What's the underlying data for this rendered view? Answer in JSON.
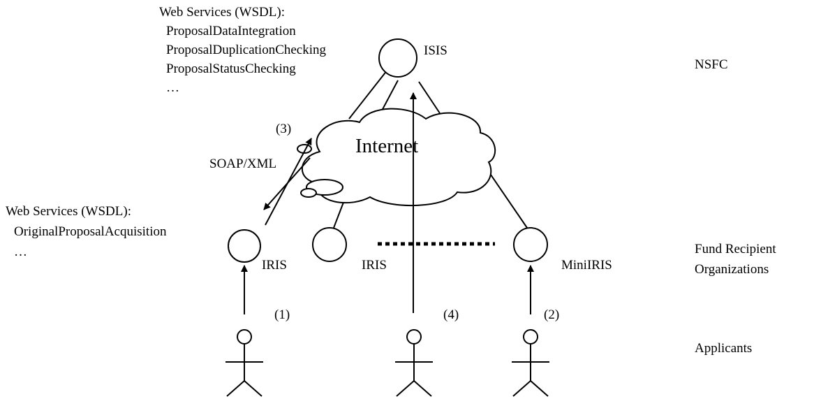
{
  "ws_top": {
    "heading": "Web Services (WSDL):",
    "items": [
      "ProposalDataIntegration",
      "ProposalDuplicationChecking",
      "ProposalStatusChecking",
      "…"
    ]
  },
  "ws_left": {
    "heading": "Web Services (WSDL):",
    "items": [
      "OriginalProposalAcquisition",
      "…"
    ]
  },
  "nodes": {
    "isis": "ISIS",
    "iris_left": "IRIS",
    "iris_mid": "IRIS",
    "miniiris": "MiniIRIS"
  },
  "cloud_label": "Internet",
  "protocol_label": "SOAP/XML",
  "steps": {
    "s1": "(1)",
    "s2": "(2)",
    "s3": "(3)",
    "s4": "(4)"
  },
  "levels": {
    "nsfc": "NSFC",
    "fund_line1": "Fund Recipient",
    "fund_line2": "Organizations",
    "applicants": "Applicants"
  }
}
